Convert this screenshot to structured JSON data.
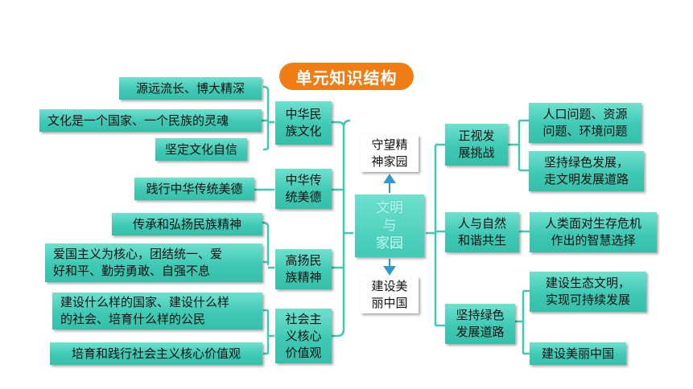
{
  "title": "单元知识结构",
  "center": {
    "line1": "文明",
    "line2": "与",
    "line3": "家园"
  },
  "top_node": {
    "line1": "守望精",
    "line2": "神家园"
  },
  "bottom_node": {
    "line1": "建设美",
    "line2": "丽中国"
  },
  "left_groups": [
    {
      "label": [
        "中华民",
        "族文化"
      ],
      "items": [
        "源远流长、博大精深",
        "文化是一个国家、一个民族的灵魂",
        "坚定文化自信"
      ]
    },
    {
      "label": [
        "中华传",
        "统美德"
      ],
      "items": [
        "践行中华传统美德"
      ]
    },
    {
      "label": [
        "高扬民",
        "族精神"
      ],
      "items": [
        "传承和弘扬民族精神",
        "爱国主义为核心，团结统一、爱",
        "好和平、勤劳勇敢、自强不息"
      ]
    },
    {
      "label": [
        "社会主",
        "义核心",
        "价值观"
      ],
      "items": [
        "建设什么样的国家、建设什么样",
        "的社会、培育什么样的公民",
        "培育和践行社会主义核心价值观"
      ]
    }
  ],
  "right_groups": [
    {
      "label": [
        "正视发",
        "展挑战"
      ],
      "items": [
        "人口问题、资源",
        "问题、环境问题",
        "坚持绿色发展，",
        "走文明发展道路"
      ]
    },
    {
      "label": [
        "人与自然",
        "和谐共生"
      ],
      "items": [
        "人类面对生存危机",
        "作出的智慧选择"
      ]
    },
    {
      "label": [
        "坚持绿色",
        "发展道路"
      ],
      "items": [
        "建设生态文明，",
        "实现可持续发展",
        "建设美丽中国"
      ]
    }
  ],
  "colors": {
    "box": "#3fc9b5",
    "title_bg": "#f07c14",
    "line": "#3fc9b5",
    "arrow": "#2e9bd0"
  }
}
